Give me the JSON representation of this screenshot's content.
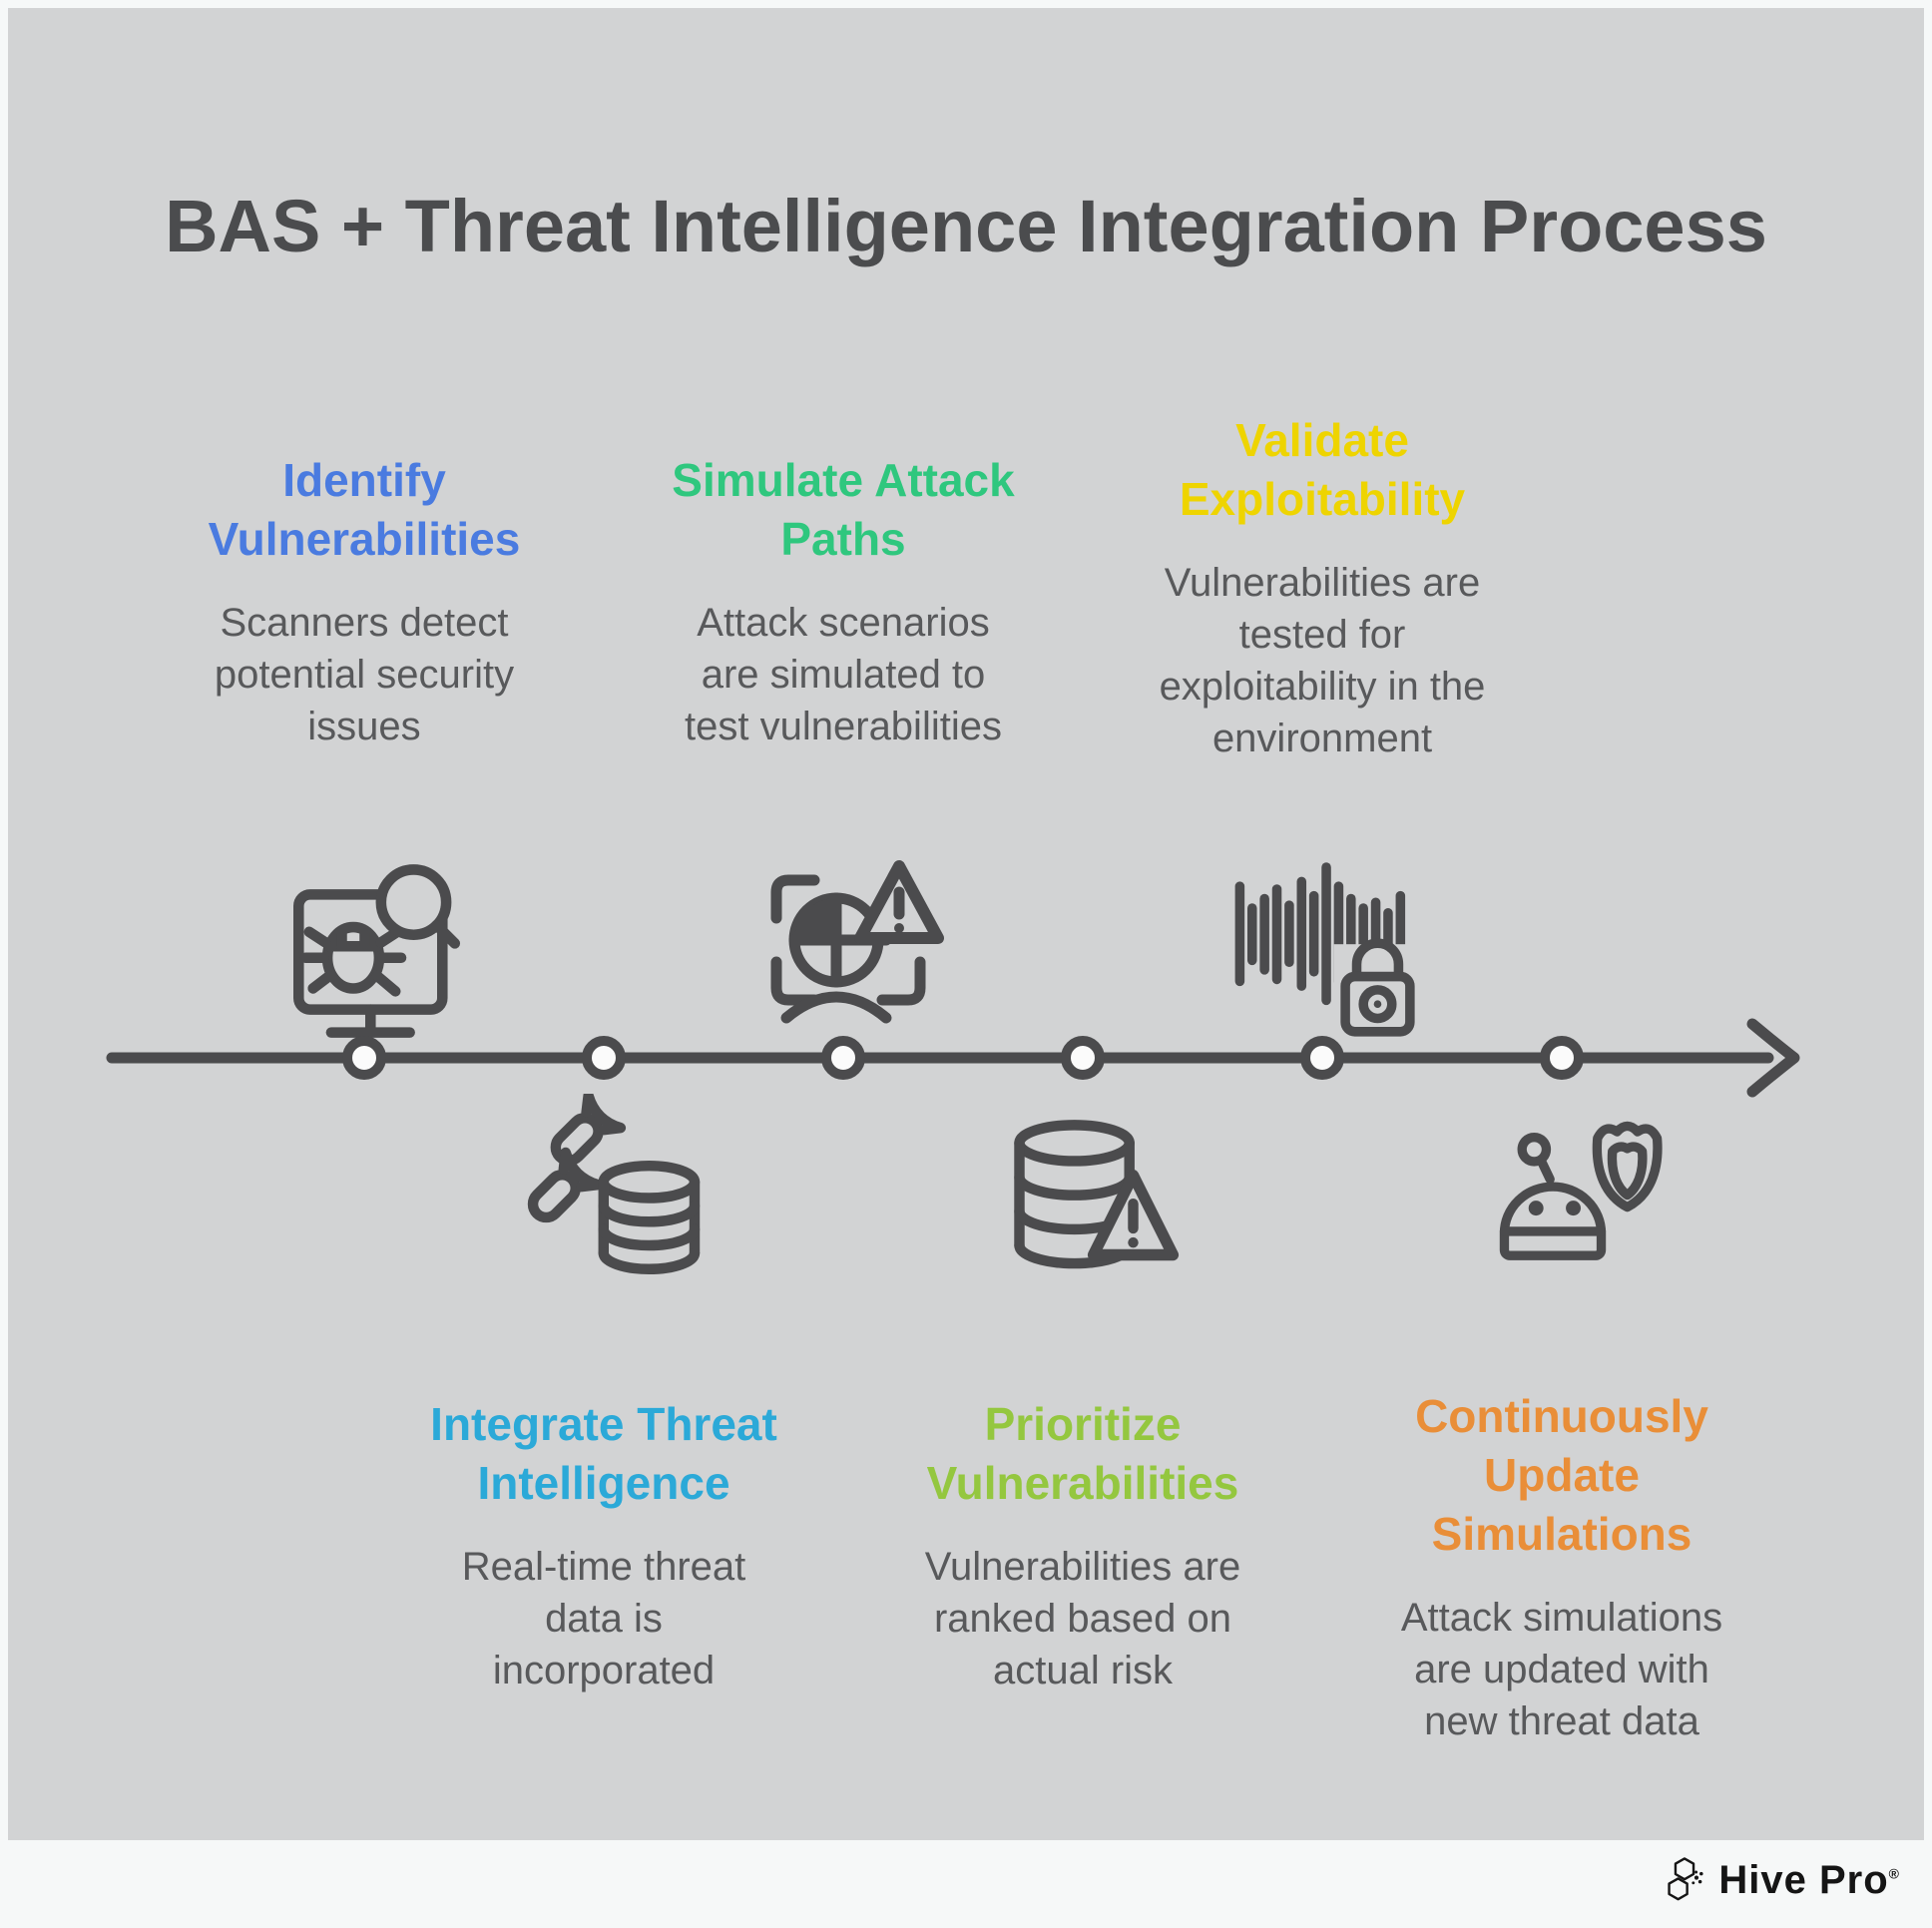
{
  "title": "BAS + Threat Intelligence Integration Process",
  "steps": [
    {
      "order": 1,
      "position": "top",
      "title": "Identify Vulnerabilities",
      "description": "Scanners detect potential security issues",
      "accent_color": "#4a7be0",
      "icon": "monitor-bug-scan-icon"
    },
    {
      "order": 2,
      "position": "bottom",
      "title": "Integrate Threat Intelligence",
      "description": "Real-time threat data is incorporated",
      "accent_color": "#2ba9d8",
      "icon": "threat-feed-database-icon"
    },
    {
      "order": 3,
      "position": "top",
      "title": "Simulate Attack Paths",
      "description": "Attack scenarios are simulated to test vulnerabilities",
      "accent_color": "#2fc77e",
      "icon": "attack-scenario-target-icon"
    },
    {
      "order": 4,
      "position": "bottom",
      "title": "Prioritize Vulnerabilities",
      "description": "Vulnerabilities are ranked based on actual risk",
      "accent_color": "#94c73f",
      "icon": "database-risk-warning-icon"
    },
    {
      "order": 5,
      "position": "top",
      "title": "Validate Exploitability",
      "description": "Vulnerabilities are tested for exploitability in the environment",
      "accent_color": "#eed400",
      "icon": "signal-waveform-lock-icon"
    },
    {
      "order": 6,
      "position": "bottom",
      "title": "Continuously Update Simulations",
      "description": "Attack simulations are updated with new threat data",
      "accent_color": "#e98e38",
      "icon": "robot-shield-icon"
    }
  ],
  "timeline": {
    "node_count": 6,
    "direction": "left-to-right"
  },
  "footer": {
    "brand": "Hive Pro",
    "registered_mark": "®"
  },
  "colors": {
    "frame_background": "#f6f8f8",
    "canvas_background": "#d2d3d4",
    "title_text": "#4b4c4e",
    "body_text": "#58595b",
    "line_and_icons": "#4b4b4d"
  }
}
